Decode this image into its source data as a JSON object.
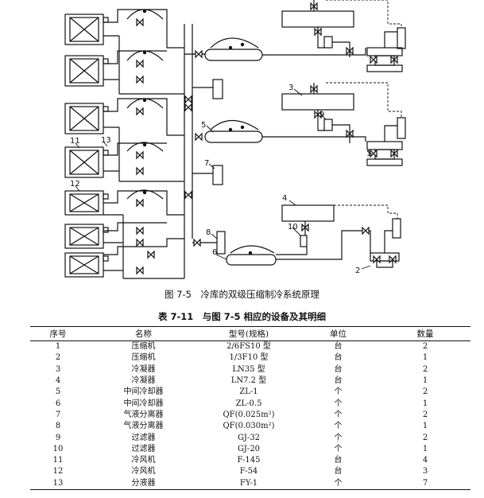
{
  "figure": {
    "caption": "图 7-5　冷库的双级压缩制冷系统原理",
    "labels": [
      "1",
      "2",
      "3",
      "4",
      "5",
      "6",
      "7",
      "8",
      "9",
      "10",
      "11",
      "12",
      "13"
    ]
  },
  "table": {
    "caption": "表 7-11　与图 7-5 相应的设备及其明细",
    "headers": [
      "序号",
      "名称",
      "型号(规格)",
      "单位",
      "数量"
    ],
    "rows": [
      [
        "1",
        "压缩机",
        "2/6FS10 型",
        "台",
        "2"
      ],
      [
        "2",
        "压缩机",
        "1/3F10 型",
        "台",
        "1"
      ],
      [
        "3",
        "冷凝器",
        "LN35 型",
        "台",
        "2"
      ],
      [
        "4",
        "冷凝器",
        "LN7.2 型",
        "台",
        "1"
      ],
      [
        "5",
        "中间冷却器",
        "ZL-1",
        "个",
        "2"
      ],
      [
        "6",
        "中间冷却器",
        "ZL-0.5",
        "个",
        "1"
      ],
      [
        "7",
        "气液分离器",
        "QF(0.025m²)",
        "个",
        "2"
      ],
      [
        "8",
        "气液分离器",
        "QF(0.030m²)",
        "个",
        "1"
      ],
      [
        "9",
        "过滤器",
        "GJ-32",
        "个",
        "2"
      ],
      [
        "10",
        "过滤器",
        "GJ-20",
        "个",
        "1"
      ],
      [
        "11",
        "冷风机",
        "F-145",
        "台",
        "4"
      ],
      [
        "12",
        "冷风机",
        "F-54",
        "台",
        "3"
      ],
      [
        "13",
        "分液器",
        "FY-1",
        "个",
        "7"
      ]
    ]
  }
}
